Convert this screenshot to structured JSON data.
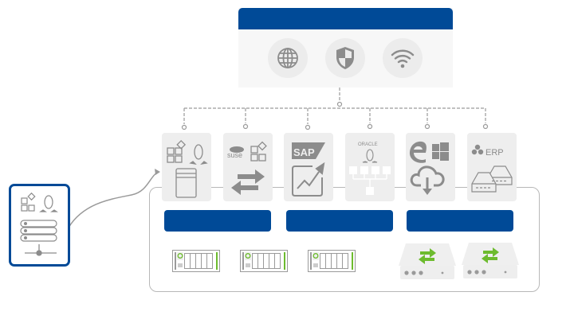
{
  "diagram": {
    "title": "Hybrid infrastructure topology",
    "top_panel": {
      "header_label": "",
      "icons": [
        {
          "name": "globe-icon",
          "label": "Internet"
        },
        {
          "name": "shield-icon",
          "label": "Security"
        },
        {
          "name": "wifi-icon",
          "label": "Wireless"
        }
      ]
    },
    "workload_tiles": [
      {
        "name": "tile-apps-linux",
        "icons": [
          "apps-icon",
          "linux-icon",
          "server-icon"
        ],
        "text": ""
      },
      {
        "name": "tile-suse-migration",
        "icons": [
          "suse-icon",
          "apps-icon",
          "transfer-arrows-icon"
        ],
        "text": "suse"
      },
      {
        "name": "tile-sap-analytics",
        "icons": [
          "sap-logo",
          "chart-trend-icon"
        ],
        "text": "SAP"
      },
      {
        "name": "tile-oracle-linux",
        "icons": [
          "oracle-logo",
          "linux-icon",
          "cluster-icon"
        ],
        "text": "ORACLE"
      },
      {
        "name": "tile-windows-cloud",
        "icons": [
          "edge-icon",
          "windows-icon",
          "cloud-download-icon"
        ],
        "text": ""
      },
      {
        "name": "tile-erp-storage",
        "icons": [
          "erp-icon",
          "storage-drives-icon"
        ],
        "text": "ERP"
      }
    ],
    "group_bars": [
      {
        "name": "group-bar-1",
        "label": ""
      },
      {
        "name": "group-bar-2",
        "label": ""
      },
      {
        "name": "group-bar-3",
        "label": ""
      }
    ],
    "hardware": [
      {
        "name": "server-unit-1",
        "type": "rack-server"
      },
      {
        "name": "server-unit-2",
        "type": "rack-server"
      },
      {
        "name": "server-unit-3",
        "type": "rack-server"
      },
      {
        "name": "network-appliance-1",
        "type": "switch"
      },
      {
        "name": "network-appliance-2",
        "type": "switch"
      }
    ],
    "source_node": {
      "name": "on-premise-server",
      "icons": [
        "apps-icon",
        "linux-icon",
        "server-stack-icon",
        "network-icon"
      ]
    },
    "colors": {
      "brand_blue": "#004a97",
      "icon_gray": "#8c8c8c",
      "tile_bg": "#eeeeee",
      "accent_green": "#6dbb2e",
      "connector_gray": "#9a9a9a"
    }
  }
}
